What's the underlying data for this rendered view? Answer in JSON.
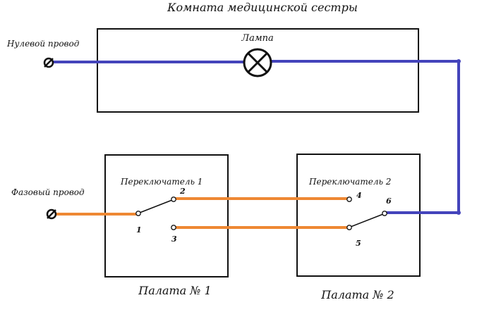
{
  "labels": {
    "nurse_room": "Комната медицинской сестры",
    "lamp": "Лампа",
    "neutral_wire": "Нулевой провод",
    "phase_wire": "Фазовый провод",
    "switch1": "Переключатель 1",
    "switch2": "Переключатель 2",
    "ward1": "Палата № 1",
    "ward2": "Палата № 2"
  },
  "terminals": {
    "t1": "1",
    "t2": "2",
    "t3": "3",
    "t4": "4",
    "t5": "5",
    "t6": "6"
  },
  "colors": {
    "neutral": "#4444bb",
    "phase": "#ee8833",
    "frame": "#111111"
  }
}
